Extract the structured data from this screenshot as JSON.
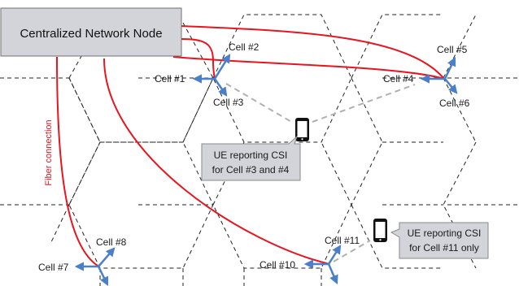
{
  "node": {
    "label": "Centralized Network Node"
  },
  "fiber_label": "Fiber connection",
  "cells": {
    "c1": "Cell #1",
    "c2": "Cell #2",
    "c3": "Cell #3",
    "c4": "Cell #4",
    "c5": "Cell #5",
    "c6": "Cell #6",
    "c7": "Cell #7",
    "c8": "Cell #8",
    "c10": "Cell #10",
    "c11": "Cell #11"
  },
  "callouts": {
    "ue1_line1": "UE reporting CSI",
    "ue1_line2": "for Cell #3 and #4",
    "ue2_line1": "UE reporting CSI",
    "ue2_line2": "for Cell #11 only"
  },
  "colors": {
    "fiber": "#e8141e",
    "arrow": "#4a7fc9",
    "box_fill": "#d3d4d9",
    "hex_line": "#222222",
    "dashed_link": "#b0b0b0"
  },
  "icons": {
    "ue": "smartphone-icon"
  }
}
